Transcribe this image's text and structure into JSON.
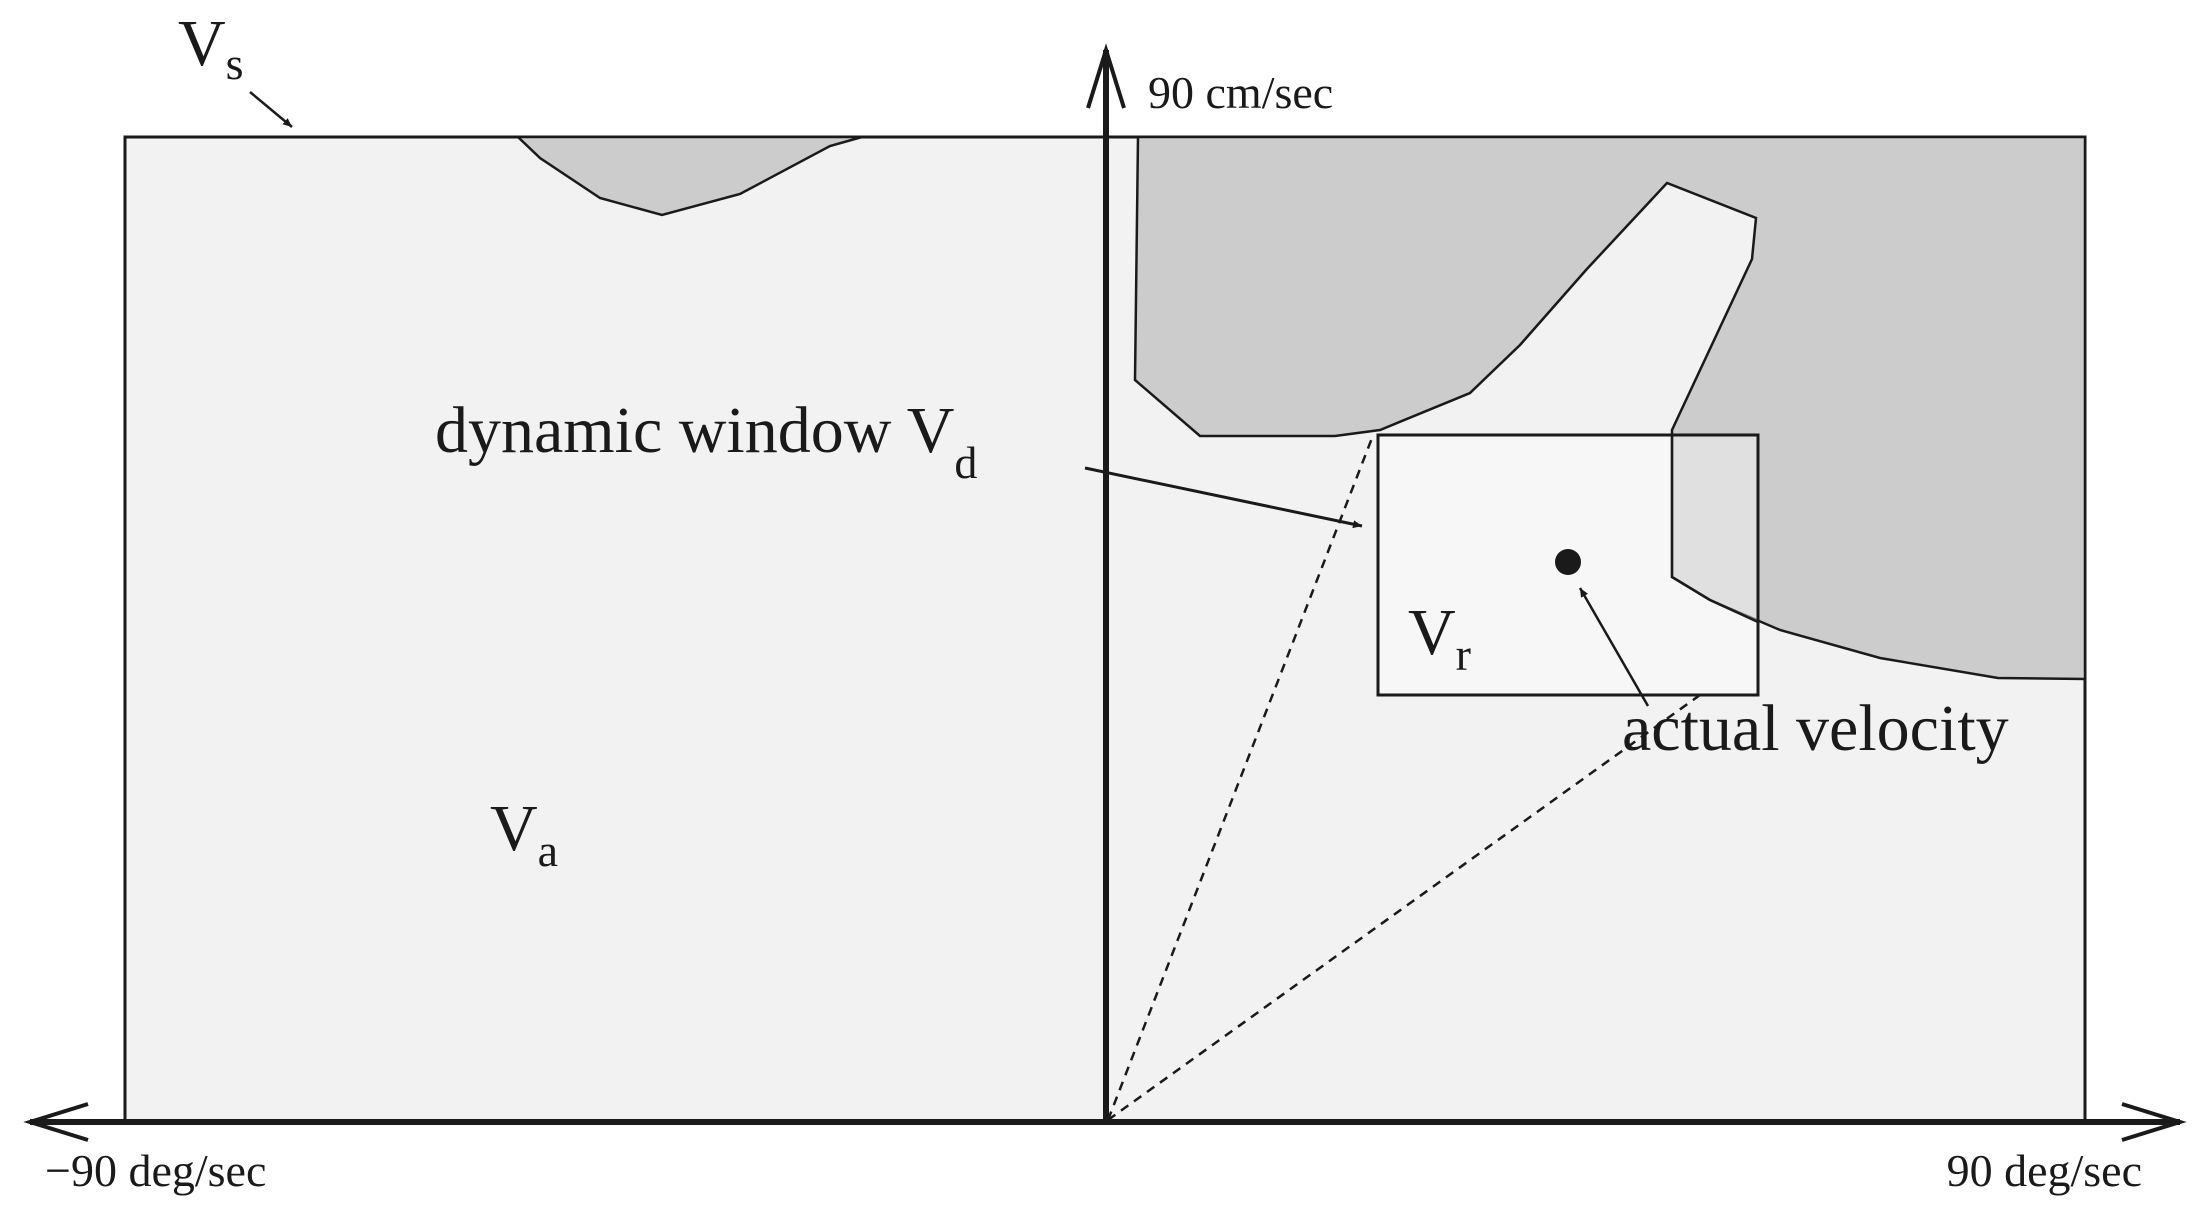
{
  "labels": {
    "vs": {
      "main": "V",
      "sub": "s"
    },
    "va": {
      "main": "V",
      "sub": "a"
    },
    "vr": {
      "main": "V",
      "sub": "r"
    },
    "vd": {
      "main": "dynamic window V",
      "sub": "d"
    },
    "actual_velocity": "actual velocity",
    "y_axis_top": "90 cm/sec",
    "x_axis_left": "−90 deg/sec",
    "x_axis_right": "90 deg/sec"
  },
  "colors": {
    "background": "#ffffff",
    "admissible_area": "#f2f2f2",
    "obstacle": "#cccccc",
    "dynamic_window": "#ffffff",
    "stroke": "#1a1a1a"
  }
}
